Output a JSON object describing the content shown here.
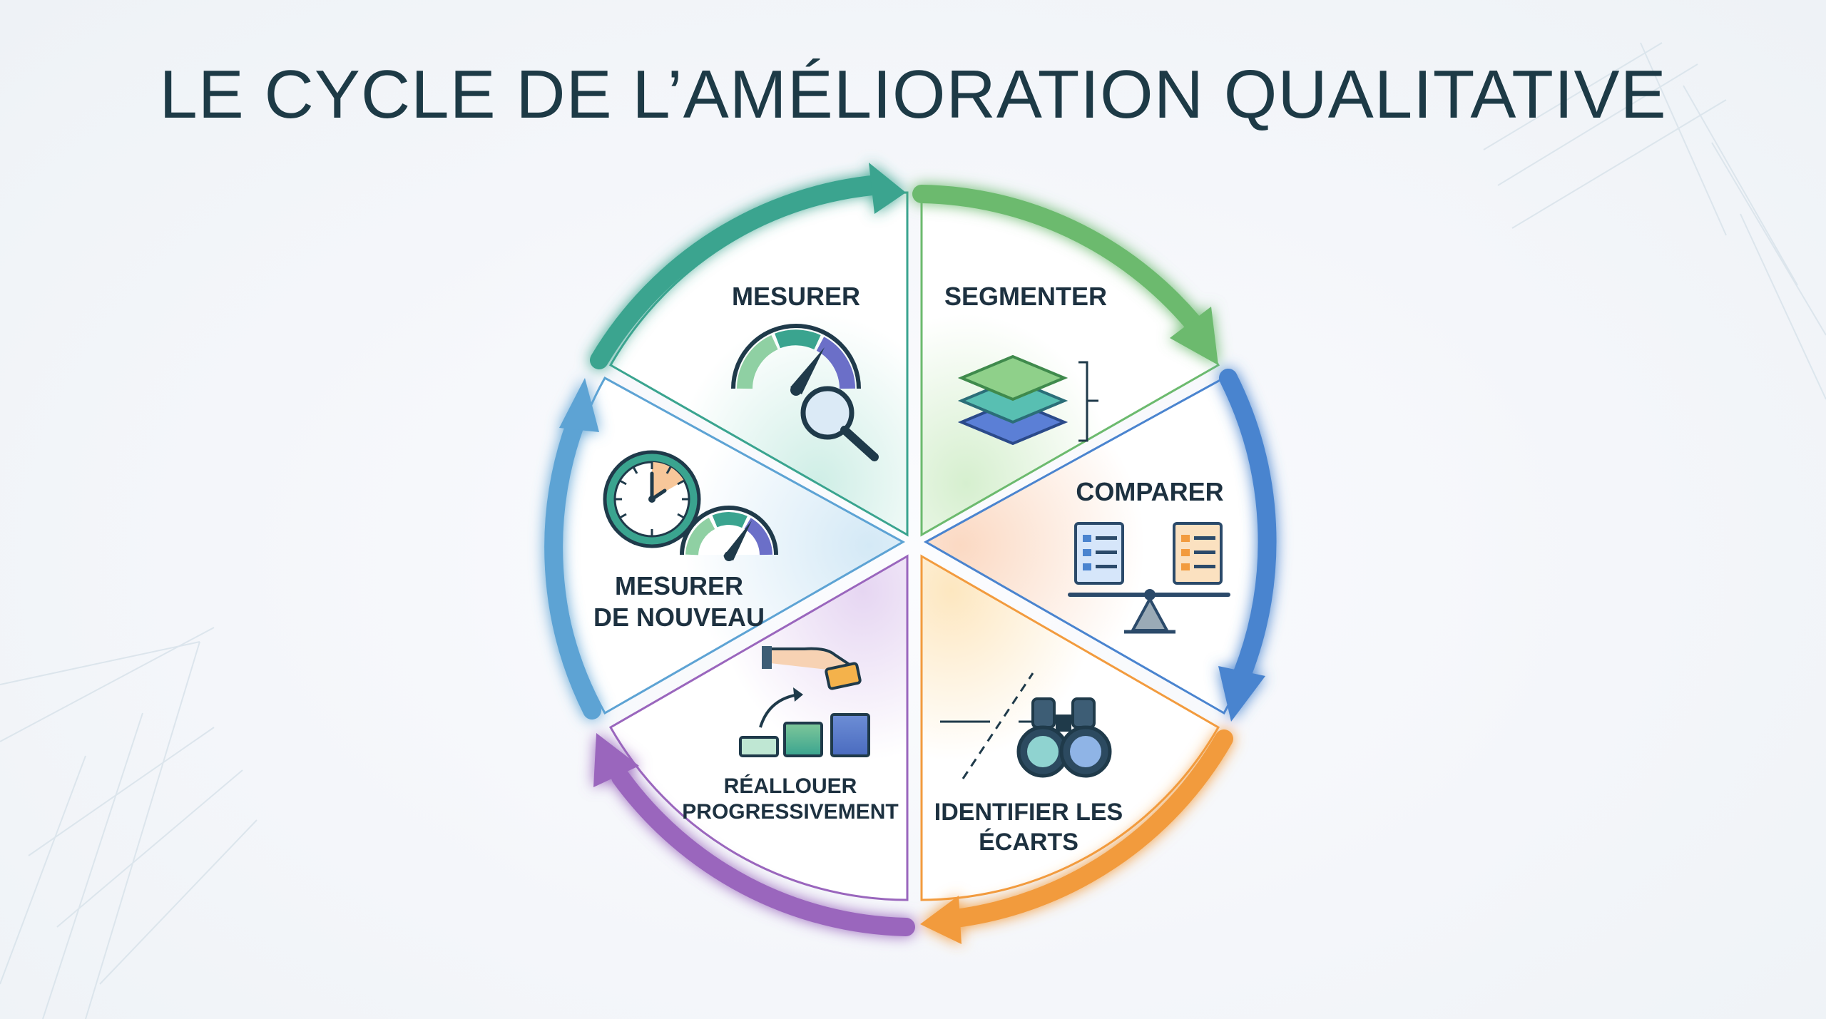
{
  "title": "LE CYCLE DE L’AMÉLIORATION QUALITATIVE",
  "steps": [
    {
      "id": "mesurer",
      "lines": [
        "MESURER"
      ],
      "icon": "gauge-magnifier-icon",
      "color": "#3aa48f"
    },
    {
      "id": "segmenter",
      "lines": [
        "SEGMENTER"
      ],
      "icon": "layers-icon",
      "color": "#6cba6e"
    },
    {
      "id": "comparer",
      "lines": [
        "COMPARER"
      ],
      "icon": "balance-compare-icon",
      "color": "#4a84cf"
    },
    {
      "id": "identifier",
      "lines": [
        "IDENTIFIER LES",
        "ÉCARTS"
      ],
      "icon": "binoculars-icon",
      "color": "#f29b3e"
    },
    {
      "id": "reallouer",
      "lines": [
        "RÉALLOUER",
        "PROGRESSIVEMENT"
      ],
      "icon": "hand-coin-bars-icon",
      "color": "#9a66bd"
    },
    {
      "id": "mesurer-nouveau",
      "lines": [
        "MESURER",
        "DE NOUVEAU"
      ],
      "icon": "clock-gauge-icon",
      "color": "#5da3d4"
    }
  ],
  "colors": {
    "title": "#1d3a46",
    "label": "#1d3140",
    "teal": "#3aa48f",
    "green": "#6cba6e",
    "blue": "#4a84cf",
    "orange": "#f29b3e",
    "purple": "#9a66bd",
    "lightblue": "#5da3d4"
  }
}
